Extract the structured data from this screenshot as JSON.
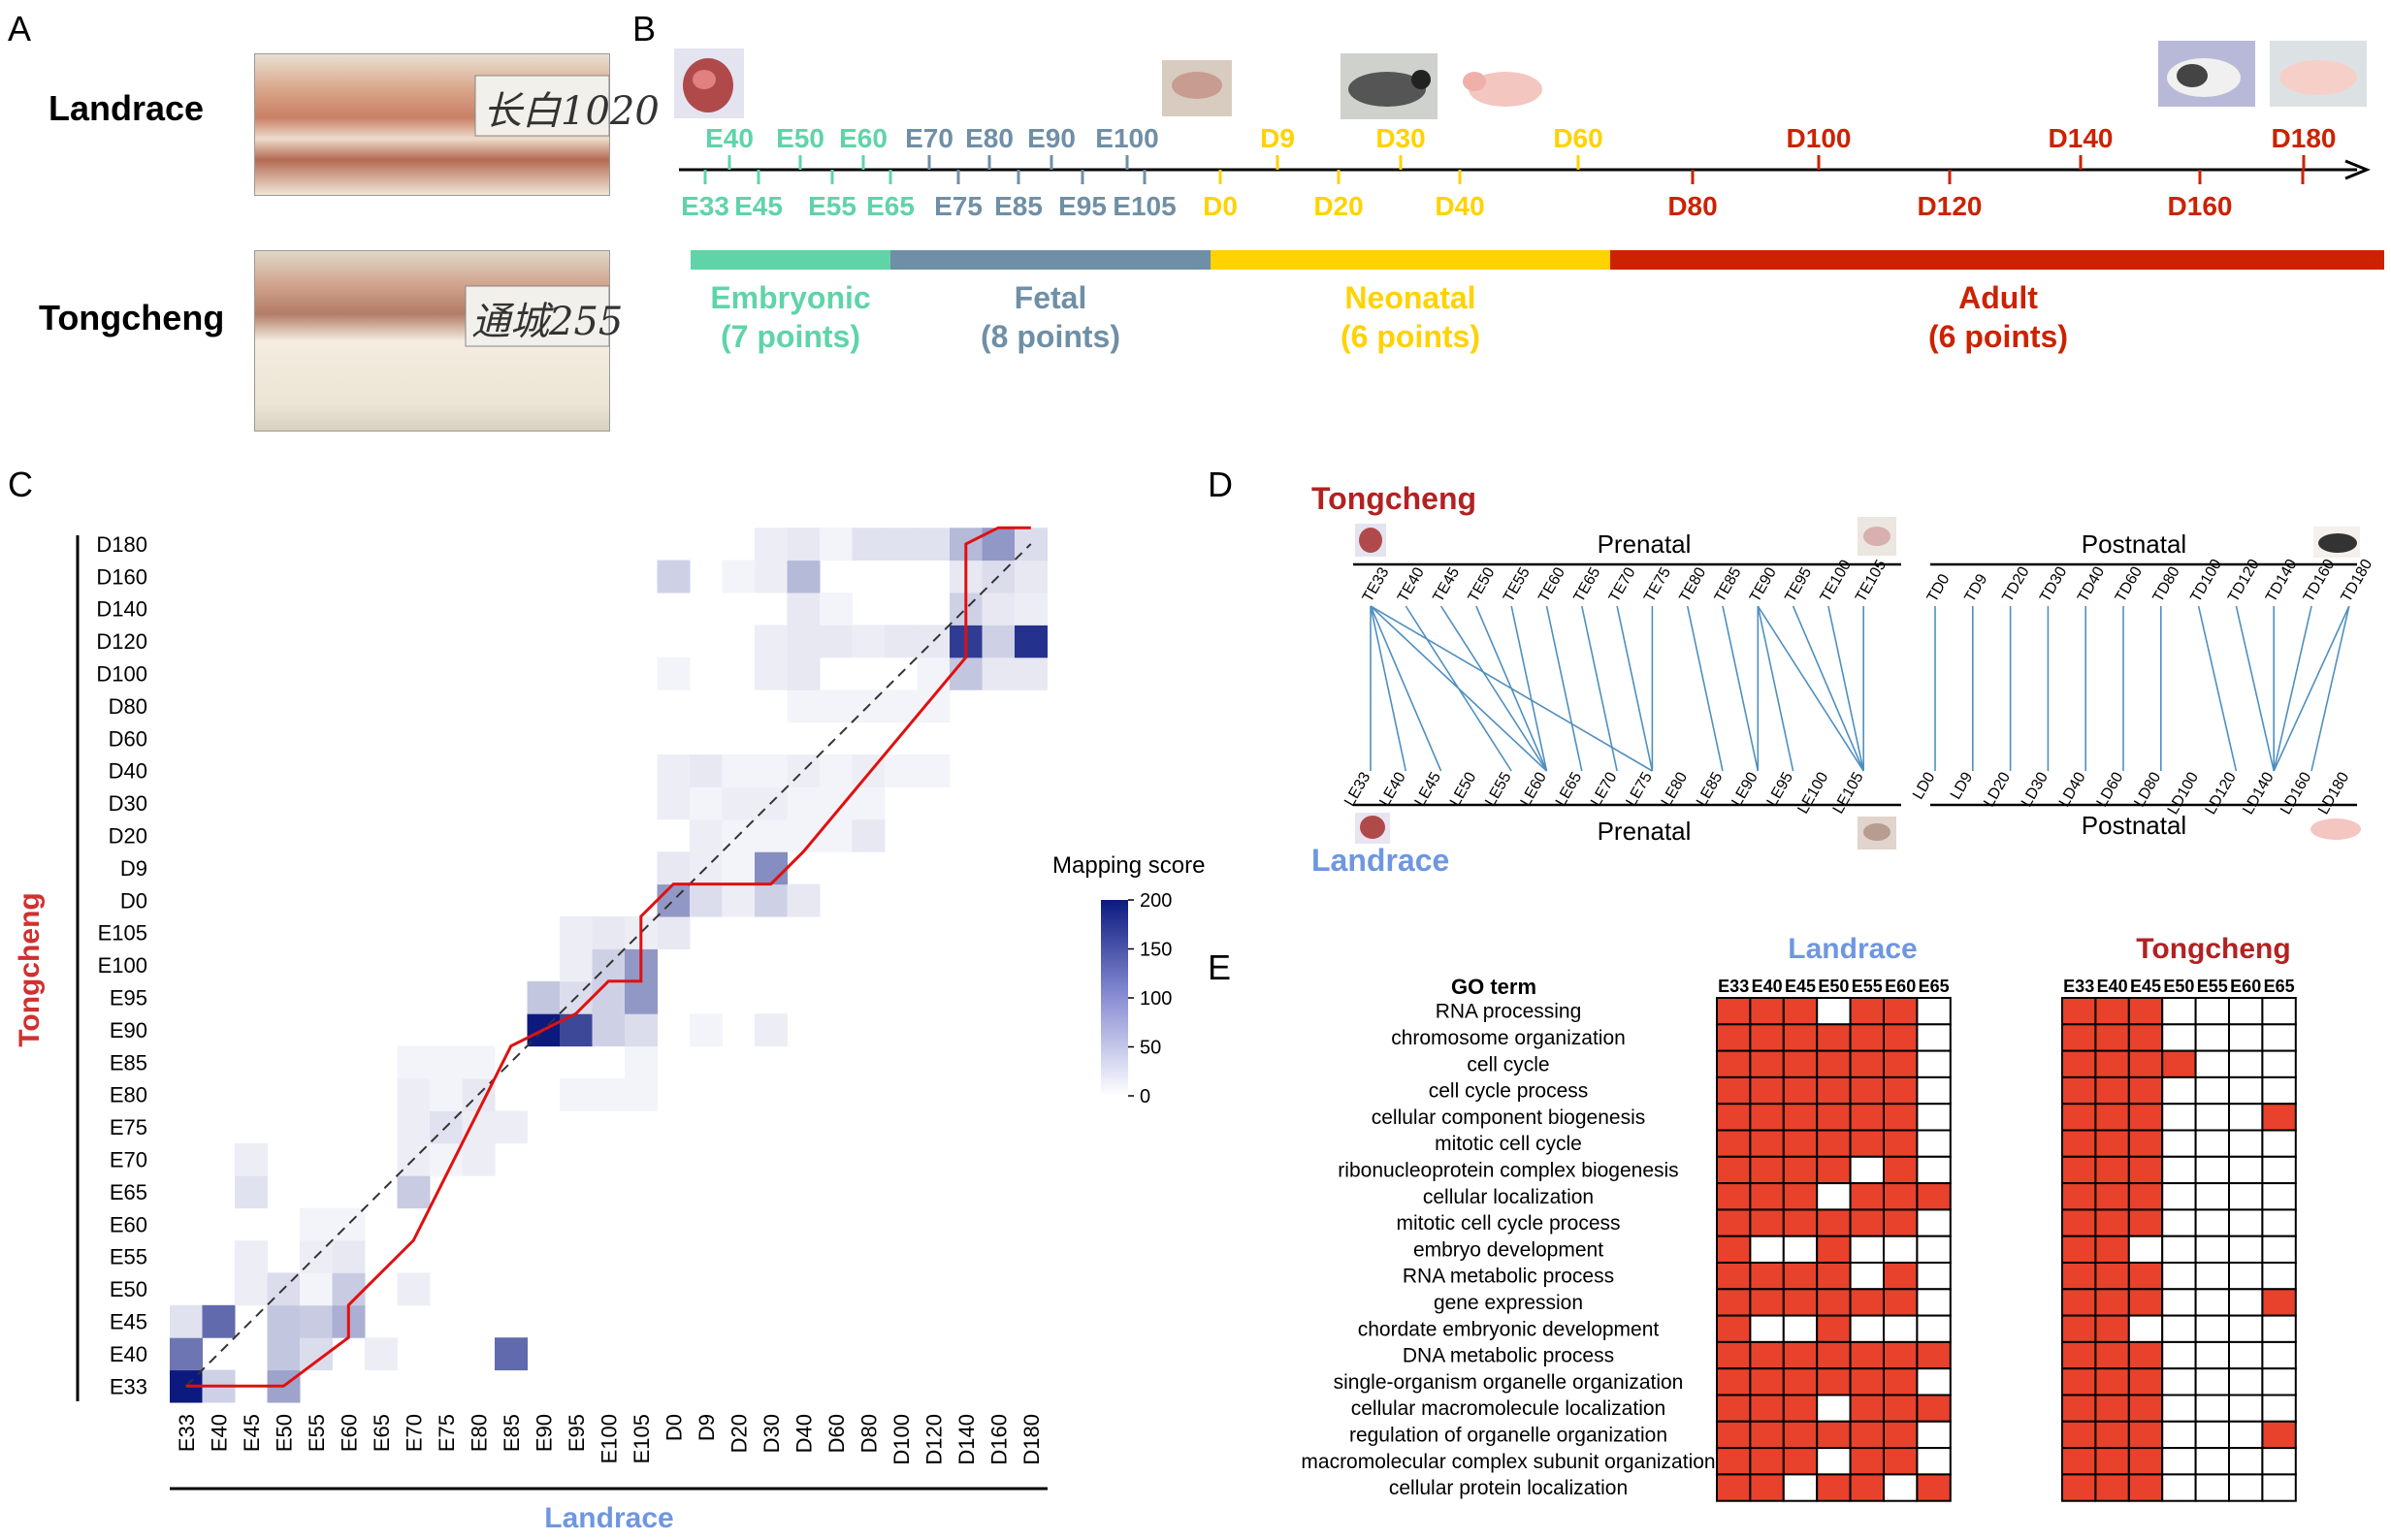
{
  "panel_labels": [
    "A",
    "B",
    "C",
    "D",
    "E"
  ],
  "panelA": {
    "breed_top": "Landrace",
    "breed_bottom": "Tongcheng",
    "tag_top": "长白1020",
    "tag_bottom": "通城255"
  },
  "panelB": {
    "upper_labels": [
      {
        "t": "E40",
        "c": "emb"
      },
      {
        "t": "E50",
        "c": "emb"
      },
      {
        "t": "E60",
        "c": "emb"
      },
      {
        "t": "E70",
        "c": "fet"
      },
      {
        "t": "E80",
        "c": "fet"
      },
      {
        "t": "E90",
        "c": "fet"
      },
      {
        "t": "E100",
        "c": "fet"
      },
      {
        "t": "D9",
        "c": "neo"
      },
      {
        "t": "D30",
        "c": "neo"
      },
      {
        "t": "D60",
        "c": "neo"
      },
      {
        "t": "D100",
        "c": "adu"
      },
      {
        "t": "D140",
        "c": "adu"
      },
      {
        "t": "D180",
        "c": "adu"
      }
    ],
    "lower_labels": [
      {
        "t": "E33",
        "c": "emb"
      },
      {
        "t": "E45",
        "c": "emb"
      },
      {
        "t": "E55",
        "c": "emb"
      },
      {
        "t": "E65",
        "c": "emb"
      },
      {
        "t": "E75",
        "c": "fet"
      },
      {
        "t": "E85",
        "c": "fet"
      },
      {
        "t": "E95",
        "c": "fet"
      },
      {
        "t": "E105",
        "c": "fet"
      },
      {
        "t": "D0",
        "c": "neo"
      },
      {
        "t": "D20",
        "c": "neo"
      },
      {
        "t": "D40",
        "c": "neo"
      },
      {
        "t": "D80",
        "c": "adu"
      },
      {
        "t": "D120",
        "c": "adu"
      },
      {
        "t": "D160",
        "c": "adu"
      }
    ],
    "stages": [
      {
        "name": "Embryonic",
        "points": "(7 points)",
        "c": "emb"
      },
      {
        "name": "Fetal",
        "points": "(8 points)",
        "c": "fet"
      },
      {
        "name": "Neonatal",
        "points": "(6 points)",
        "c": "neo"
      },
      {
        "name": "Adult",
        "points": "(6 points)",
        "c": "adu"
      }
    ],
    "colors": {
      "emb": "#5fd4a8",
      "fet": "#6f8fa6",
      "neo": "#ffd200",
      "adu": "#cc2200"
    }
  },
  "chart_data": {
    "type": "heatmap",
    "x_categories": [
      "E33",
      "E40",
      "E45",
      "E50",
      "E55",
      "E60",
      "E65",
      "E70",
      "E75",
      "E80",
      "E85",
      "E90",
      "E95",
      "E100",
      "E105",
      "D0",
      "D9",
      "D20",
      "D30",
      "D40",
      "D60",
      "D80",
      "D100",
      "D120",
      "D140",
      "D160",
      "D180"
    ],
    "y_categories": [
      "E33",
      "E40",
      "E45",
      "E50",
      "E55",
      "E60",
      "E65",
      "E70",
      "E75",
      "E80",
      "E85",
      "E90",
      "E95",
      "E100",
      "E105",
      "D0",
      "D9",
      "D20",
      "D30",
      "D40",
      "D60",
      "D80",
      "D100",
      "D120",
      "D140",
      "D160",
      "D180"
    ],
    "xlabel": "Landrace",
    "ylabel": "Tongcheng",
    "colorbar": {
      "title": "Mapping score",
      "min": 0,
      "max": 200,
      "ticks": [
        0,
        50,
        100,
        150,
        200
      ],
      "low_color": "#ffffff",
      "high_color": "#0c1a80"
    },
    "values": [
      [
        200,
        40,
        0,
        80,
        0,
        0,
        0,
        0,
        0,
        0,
        0,
        0,
        0,
        0,
        0,
        0,
        0,
        0,
        0,
        0,
        0,
        0,
        0,
        0,
        0,
        0,
        0
      ],
      [
        120,
        0,
        0,
        50,
        30,
        0,
        15,
        0,
        0,
        0,
        130,
        0,
        0,
        0,
        0,
        0,
        0,
        0,
        0,
        0,
        0,
        0,
        0,
        0,
        0,
        0,
        0
      ],
      [
        25,
        130,
        0,
        50,
        45,
        70,
        0,
        0,
        0,
        0,
        0,
        0,
        0,
        0,
        0,
        0,
        0,
        0,
        0,
        0,
        0,
        0,
        0,
        0,
        0,
        0,
        0
      ],
      [
        0,
        0,
        15,
        30,
        10,
        45,
        0,
        15,
        0,
        0,
        0,
        0,
        0,
        0,
        0,
        0,
        0,
        0,
        0,
        0,
        0,
        0,
        0,
        0,
        0,
        0,
        0
      ],
      [
        0,
        0,
        15,
        0,
        15,
        20,
        0,
        0,
        0,
        0,
        0,
        0,
        0,
        0,
        0,
        0,
        0,
        0,
        0,
        0,
        0,
        0,
        0,
        0,
        0,
        0,
        0
      ],
      [
        0,
        0,
        0,
        0,
        10,
        10,
        0,
        0,
        0,
        0,
        0,
        0,
        0,
        0,
        0,
        0,
        0,
        0,
        0,
        0,
        0,
        0,
        0,
        0,
        0,
        0,
        0
      ],
      [
        0,
        0,
        25,
        0,
        0,
        0,
        0,
        45,
        0,
        0,
        0,
        0,
        0,
        0,
        0,
        0,
        0,
        0,
        0,
        0,
        0,
        0,
        0,
        0,
        0,
        0,
        0
      ],
      [
        0,
        0,
        15,
        0,
        0,
        0,
        0,
        15,
        10,
        15,
        0,
        0,
        0,
        0,
        0,
        0,
        0,
        0,
        0,
        0,
        0,
        0,
        0,
        0,
        0,
        0,
        0
      ],
      [
        0,
        0,
        0,
        0,
        0,
        0,
        0,
        15,
        25,
        15,
        15,
        0,
        0,
        0,
        0,
        0,
        0,
        0,
        0,
        0,
        0,
        0,
        0,
        0,
        0,
        0,
        0
      ],
      [
        0,
        0,
        0,
        0,
        0,
        0,
        0,
        15,
        10,
        20,
        0,
        0,
        10,
        10,
        10,
        0,
        0,
        0,
        0,
        0,
        0,
        0,
        0,
        0,
        0,
        0,
        0
      ],
      [
        0,
        0,
        0,
        0,
        0,
        0,
        0,
        10,
        10,
        10,
        0,
        0,
        0,
        0,
        10,
        0,
        0,
        0,
        0,
        0,
        0,
        0,
        0,
        0,
        0,
        0,
        0
      ],
      [
        0,
        0,
        0,
        0,
        0,
        0,
        0,
        0,
        0,
        0,
        0,
        200,
        160,
        40,
        30,
        0,
        10,
        0,
        15,
        0,
        0,
        0,
        0,
        0,
        0,
        0,
        0
      ],
      [
        0,
        0,
        0,
        0,
        0,
        0,
        0,
        0,
        0,
        0,
        0,
        50,
        30,
        40,
        90,
        0,
        0,
        0,
        0,
        0,
        0,
        0,
        0,
        0,
        0,
        0,
        0
      ],
      [
        0,
        0,
        0,
        0,
        0,
        0,
        0,
        0,
        0,
        0,
        0,
        0,
        15,
        40,
        90,
        0,
        0,
        0,
        0,
        0,
        0,
        0,
        0,
        0,
        0,
        0,
        0
      ],
      [
        0,
        0,
        0,
        0,
        0,
        0,
        0,
        0,
        0,
        0,
        0,
        0,
        15,
        20,
        15,
        20,
        0,
        0,
        0,
        0,
        0,
        0,
        0,
        0,
        0,
        0,
        0
      ],
      [
        0,
        0,
        0,
        0,
        0,
        0,
        0,
        0,
        0,
        0,
        0,
        0,
        0,
        0,
        0,
        90,
        30,
        15,
        40,
        20,
        0,
        0,
        0,
        0,
        0,
        0,
        0
      ],
      [
        0,
        0,
        0,
        0,
        0,
        0,
        0,
        0,
        0,
        0,
        0,
        0,
        0,
        0,
        0,
        20,
        15,
        10,
        100,
        0,
        0,
        0,
        0,
        0,
        0,
        0,
        0
      ],
      [
        0,
        0,
        0,
        0,
        0,
        0,
        0,
        0,
        0,
        0,
        0,
        0,
        0,
        0,
        0,
        0,
        15,
        10,
        10,
        10,
        10,
        20,
        0,
        0,
        0,
        0,
        0
      ],
      [
        0,
        0,
        0,
        0,
        0,
        0,
        0,
        0,
        0,
        0,
        0,
        0,
        0,
        0,
        0,
        15,
        10,
        15,
        15,
        10,
        10,
        10,
        0,
        0,
        0,
        0,
        0
      ],
      [
        0,
        0,
        0,
        0,
        0,
        0,
        0,
        0,
        0,
        0,
        0,
        0,
        0,
        0,
        0,
        15,
        20,
        10,
        10,
        15,
        10,
        15,
        10,
        10,
        0,
        0,
        0
      ],
      [
        0,
        0,
        0,
        0,
        0,
        0,
        0,
        0,
        0,
        0,
        0,
        0,
        0,
        0,
        0,
        0,
        0,
        0,
        0,
        0,
        0,
        0,
        0,
        0,
        0,
        0,
        0
      ],
      [
        0,
        0,
        0,
        0,
        0,
        0,
        0,
        0,
        0,
        0,
        0,
        0,
        0,
        0,
        0,
        0,
        0,
        0,
        0,
        10,
        10,
        10,
        10,
        10,
        0,
        0,
        0
      ],
      [
        0,
        0,
        0,
        0,
        0,
        0,
        0,
        0,
        0,
        0,
        0,
        0,
        0,
        0,
        0,
        10,
        0,
        0,
        15,
        20,
        0,
        0,
        0,
        10,
        50,
        20,
        20
      ],
      [
        0,
        0,
        0,
        0,
        0,
        0,
        0,
        0,
        0,
        0,
        0,
        0,
        0,
        0,
        0,
        0,
        0,
        0,
        15,
        20,
        20,
        15,
        20,
        20,
        170,
        40,
        180
      ],
      [
        0,
        0,
        0,
        0,
        0,
        0,
        0,
        0,
        0,
        0,
        0,
        0,
        0,
        0,
        0,
        0,
        0,
        0,
        0,
        20,
        10,
        0,
        0,
        0,
        40,
        20,
        15
      ],
      [
        0,
        0,
        0,
        0,
        0,
        0,
        0,
        0,
        0,
        0,
        0,
        0,
        0,
        0,
        0,
        40,
        0,
        10,
        15,
        60,
        0,
        0,
        0,
        0,
        20,
        30,
        20
      ],
      [
        0,
        0,
        0,
        0,
        0,
        0,
        0,
        0,
        0,
        0,
        0,
        0,
        0,
        0,
        0,
        0,
        0,
        0,
        15,
        20,
        10,
        25,
        25,
        25,
        60,
        90,
        30
      ]
    ],
    "path_points": [
      [
        0,
        0
      ],
      [
        3,
        0
      ],
      [
        5,
        1.5
      ],
      [
        5,
        2.5
      ],
      [
        7,
        4.5
      ],
      [
        8,
        6.5
      ],
      [
        9,
        8.5
      ],
      [
        10,
        10.5
      ],
      [
        12,
        11.5
      ],
      [
        13,
        12.5
      ],
      [
        14,
        12.5
      ],
      [
        14,
        14.5
      ],
      [
        15,
        15.5
      ],
      [
        17,
        15.5
      ],
      [
        18,
        15.5
      ],
      [
        19,
        16.5
      ],
      [
        24,
        22.5
      ],
      [
        24,
        26
      ],
      [
        25,
        26.5
      ],
      [
        26,
        26.5
      ]
    ]
  },
  "panelD": {
    "top_breed": "Tongcheng",
    "bottom_breed": "Landrace",
    "prenatal": "Prenatal",
    "postnatal": "Postnatal",
    "top_pre": [
      "TE33",
      "TE40",
      "TE45",
      "TE50",
      "TE55",
      "TE60",
      "TE65",
      "TE70",
      "TE75",
      "TE80",
      "TE85",
      "TE90",
      "TE95",
      "TE100",
      "TE105"
    ],
    "top_post": [
      "TD0",
      "TD9",
      "TD20",
      "TD30",
      "TD40",
      "TD60",
      "TD80",
      "TD100",
      "TD120",
      "TD140",
      "TD160",
      "TD180"
    ],
    "bot_pre": [
      "LE33",
      "LE40",
      "LE45",
      "LE50",
      "LE55",
      "LE60",
      "LE65",
      "LE70",
      "LE75",
      "LE80",
      "LE85",
      "LE90",
      "LE95",
      "LE100",
      "LE105"
    ],
    "bot_post": [
      "LD0",
      "LD9",
      "LD20",
      "LD30",
      "LD40",
      "LD60",
      "LD80",
      "LD100",
      "LD120",
      "LD140",
      "LD160",
      "LD180"
    ],
    "pre_links": [
      [
        0,
        0
      ],
      [
        0,
        1
      ],
      [
        0,
        2
      ],
      [
        0,
        5
      ],
      [
        0,
        8
      ],
      [
        1,
        4
      ],
      [
        2,
        5
      ],
      [
        3,
        5
      ],
      [
        4,
        5
      ],
      [
        5,
        6
      ],
      [
        6,
        7
      ],
      [
        7,
        8
      ],
      [
        8,
        8
      ],
      [
        9,
        10
      ],
      [
        10,
        11
      ],
      [
        11,
        11
      ],
      [
        11,
        12
      ],
      [
        11,
        14
      ],
      [
        12,
        14
      ],
      [
        13,
        14
      ],
      [
        14,
        14
      ]
    ],
    "post_links": [
      [
        0,
        0
      ],
      [
        1,
        1
      ],
      [
        2,
        2
      ],
      [
        3,
        3
      ],
      [
        4,
        4
      ],
      [
        5,
        5
      ],
      [
        6,
        6
      ],
      [
        7,
        8
      ],
      [
        8,
        9
      ],
      [
        9,
        9
      ],
      [
        10,
        9
      ],
      [
        11,
        9
      ],
      [
        11,
        10
      ]
    ]
  },
  "panelE": {
    "go_header": "GO term",
    "landrace_title": "Landrace",
    "tongcheng_title": "Tongcheng",
    "columns": [
      "E33",
      "E40",
      "E45",
      "E50",
      "E55",
      "E60",
      "E65"
    ],
    "terms": [
      "RNA processing",
      "chromosome organization",
      "cell cycle",
      "cell cycle process",
      "cellular component biogenesis",
      "mitotic cell cycle",
      "ribonucleoprotein complex biogenesis",
      "cellular localization",
      "mitotic cell cycle process",
      "embryo development",
      "RNA metabolic process",
      "gene expression",
      "chordate embryonic development",
      "DNA metabolic process",
      "single-organism organelle organization",
      "cellular macromolecule localization",
      "regulation of organelle organization",
      "macromolecular complex subunit organization",
      "cellular protein localization"
    ],
    "landrace_grid": [
      [
        1,
        1,
        1,
        0,
        1,
        1,
        0
      ],
      [
        1,
        1,
        1,
        1,
        1,
        1,
        0
      ],
      [
        1,
        1,
        1,
        1,
        1,
        1,
        0
      ],
      [
        1,
        1,
        1,
        1,
        1,
        1,
        0
      ],
      [
        1,
        1,
        1,
        1,
        1,
        1,
        0
      ],
      [
        1,
        1,
        1,
        1,
        1,
        1,
        0
      ],
      [
        1,
        1,
        1,
        1,
        0,
        1,
        0
      ],
      [
        1,
        1,
        1,
        0,
        1,
        1,
        1
      ],
      [
        1,
        1,
        1,
        1,
        1,
        1,
        0
      ],
      [
        1,
        0,
        0,
        1,
        0,
        0,
        0
      ],
      [
        1,
        1,
        1,
        1,
        0,
        1,
        0
      ],
      [
        1,
        1,
        1,
        1,
        1,
        1,
        0
      ],
      [
        1,
        0,
        0,
        1,
        0,
        0,
        0
      ],
      [
        1,
        1,
        1,
        1,
        1,
        1,
        1
      ],
      [
        1,
        1,
        1,
        1,
        1,
        1,
        0
      ],
      [
        1,
        1,
        1,
        0,
        1,
        1,
        1
      ],
      [
        1,
        1,
        1,
        1,
        1,
        1,
        0
      ],
      [
        1,
        1,
        1,
        0,
        1,
        1,
        0
      ],
      [
        1,
        1,
        0,
        1,
        1,
        0,
        1
      ]
    ],
    "tongcheng_grid": [
      [
        1,
        1,
        1,
        0,
        0,
        0,
        0
      ],
      [
        1,
        1,
        1,
        0,
        0,
        0,
        0
      ],
      [
        1,
        1,
        1,
        1,
        0,
        0,
        0
      ],
      [
        1,
        1,
        1,
        0,
        0,
        0,
        0
      ],
      [
        1,
        1,
        1,
        0,
        0,
        0,
        1
      ],
      [
        1,
        1,
        1,
        0,
        0,
        0,
        0
      ],
      [
        1,
        1,
        1,
        0,
        0,
        0,
        0
      ],
      [
        1,
        1,
        1,
        0,
        0,
        0,
        0
      ],
      [
        1,
        1,
        1,
        0,
        0,
        0,
        0
      ],
      [
        1,
        1,
        0,
        0,
        0,
        0,
        0
      ],
      [
        1,
        1,
        1,
        0,
        0,
        0,
        0
      ],
      [
        1,
        1,
        1,
        0,
        0,
        0,
        1
      ],
      [
        1,
        1,
        0,
        0,
        0,
        0,
        0
      ],
      [
        1,
        1,
        1,
        0,
        0,
        0,
        0
      ],
      [
        1,
        1,
        1,
        0,
        0,
        0,
        0
      ],
      [
        1,
        1,
        1,
        0,
        0,
        0,
        0
      ],
      [
        1,
        1,
        1,
        0,
        0,
        0,
        1
      ],
      [
        1,
        1,
        1,
        0,
        0,
        0,
        0
      ],
      [
        1,
        1,
        1,
        0,
        0,
        0,
        0
      ]
    ],
    "fill_color": "#e8412c"
  }
}
